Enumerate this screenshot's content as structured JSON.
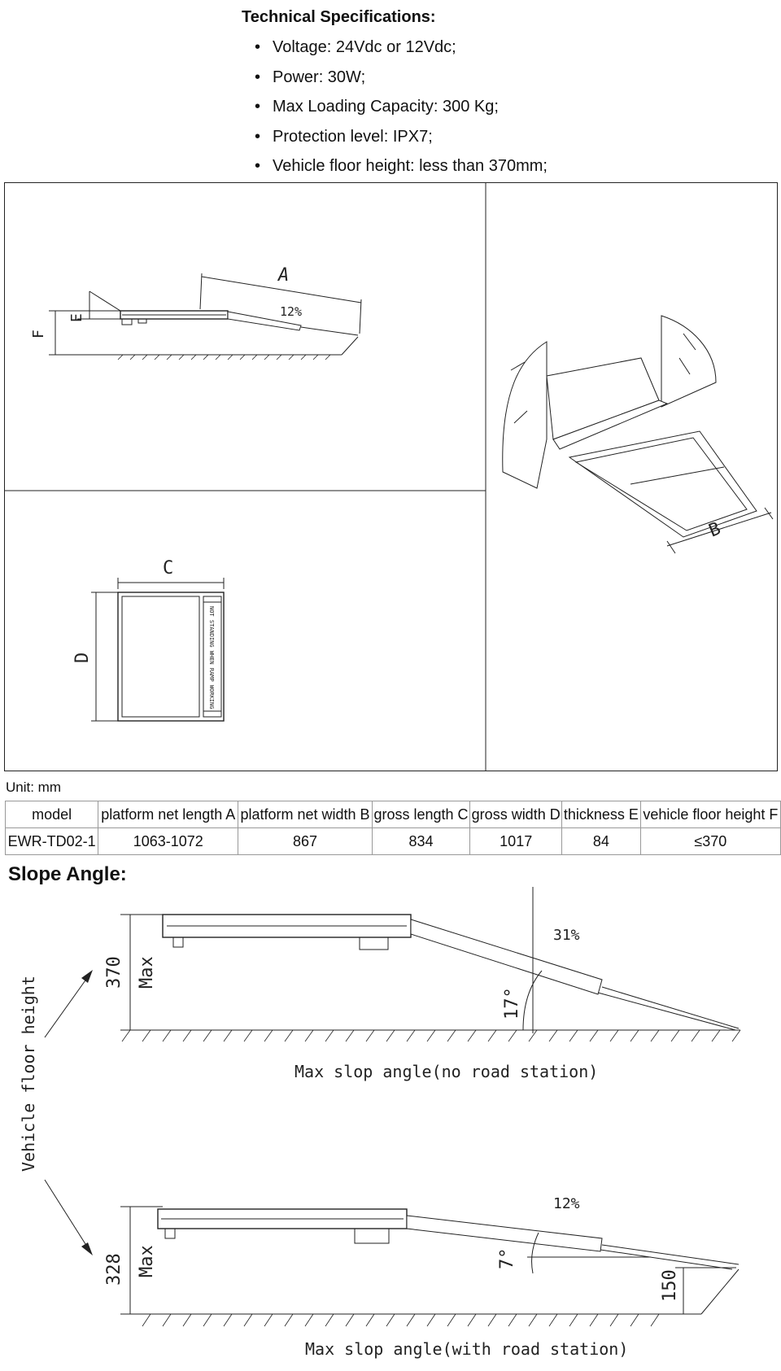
{
  "specs": {
    "title": "Technical Specifications:",
    "items": [
      "Voltage:  24Vdc or 12Vdc;",
      "Power: 30W;",
      "Max Loading Capacity: 300 Kg;",
      "Protection level: IPX7;",
      "Vehicle floor height: less than 370mm;"
    ]
  },
  "drawing": {
    "label_a": "A",
    "label_b": "B",
    "label_c": "C",
    "label_d": "D",
    "label_e": "E",
    "label_f": "F",
    "slope": "12%",
    "platform_text": "NOT STANDING WHEN RAMP WORKING"
  },
  "unit": "Unit: mm",
  "table": {
    "headers": [
      "model",
      "platform net length A",
      "platform net width B",
      "gross length C",
      "gross width D",
      "thickness E",
      "vehicle floor height F"
    ],
    "row": [
      "EWR-TD02-1",
      "1063-1072",
      "867",
      "834",
      "1017",
      "84",
      "≤370"
    ]
  },
  "slope": {
    "title": "Slope Angle:",
    "vehicle_floor_height": "Vehicle floor height",
    "top": {
      "height": "370",
      "max": "Max",
      "percent": "31%",
      "angle": "17°",
      "caption": "Max slop angle(no road station)"
    },
    "bottom": {
      "height": "328",
      "max": "Max",
      "percent": "12%",
      "angle": "7°",
      "station": "150",
      "caption": "Max slop angle(with road station)"
    }
  }
}
